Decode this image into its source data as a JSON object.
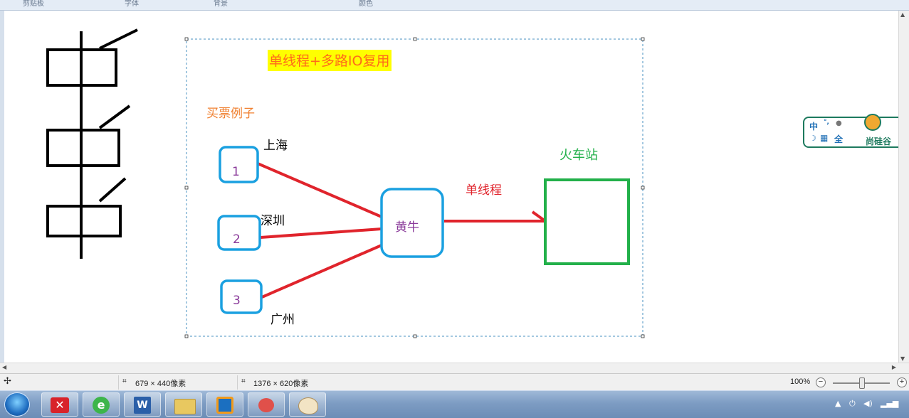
{
  "ribbon": {
    "labels": [
      "剪贴板",
      "字体",
      "背景",
      "颜色"
    ]
  },
  "drawing": {
    "title": "单线程+多路IO复用",
    "example_label": "买票例子",
    "cities": [
      "上海",
      "深圳",
      "广州"
    ],
    "client_numbers": [
      "1",
      "2",
      "3"
    ],
    "scalper_label": "黄牛",
    "single_thread_label": "单线程",
    "station_label": "火车站",
    "colors": {
      "title_bg": "#ffff00",
      "title_text": "#ff6a1a",
      "example": "#f08030",
      "client_box": "#1aa0e0",
      "link": "#e0242c",
      "station": "#22b04a",
      "purple_text": "#8a3a9a"
    }
  },
  "ime": {
    "mode_label": "中",
    "width_label": "全",
    "brand": "尚硅谷"
  },
  "statusbar": {
    "selection_size": "679 × 440像素",
    "image_size": "1376 × 620像素",
    "zoom": "100%",
    "zoom_out": "−",
    "zoom_in": "+"
  },
  "taskbar": {
    "apps": [
      "xmind-icon",
      "ie-icon",
      "word-icon",
      "folder-icon",
      "virtualbox-icon",
      "snail-icon",
      "paint-icon"
    ]
  }
}
